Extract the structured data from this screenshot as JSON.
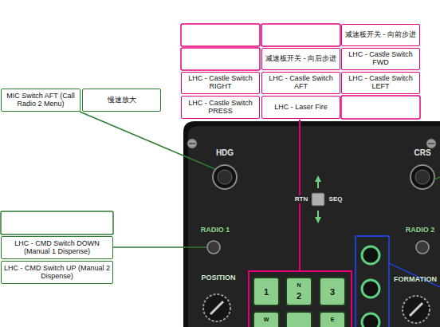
{
  "diagram": {
    "nodes": [
      {
        "text": [
          "减速板开关 - 向前步进"
        ]
      },
      {
        "text": [
          "减速板开关 - 向后步进"
        ]
      },
      {
        "text": [
          "LHC - Castle Switch FWD"
        ]
      },
      {
        "text": [
          "LHC - Castle Switch RIGHT"
        ]
      },
      {
        "text": [
          "LHC - Castle Switch AFT"
        ]
      },
      {
        "text": [
          "LHC - Castle Switch LEFT"
        ]
      },
      {
        "text": [
          "MIC Switch AFT (Call Radio 2 Menu)"
        ]
      },
      {
        "text": [
          "慢速放大"
        ]
      },
      {
        "text": [
          "LHC - Castle Switch PRESS"
        ]
      },
      {
        "text": [
          "LHC - Laser Fire"
        ]
      },
      {
        "text": [
          "LHC - CMD Switch DOWN (Manual 1 Dispense)"
        ]
      },
      {
        "text": [
          "LHC - CMD Switch UP (Manual 2 Dispense)"
        ]
      }
    ],
    "labels": [
      "HDG",
      "CRS",
      "RTN",
      "SEQ",
      "RADIO 1",
      "RADIO 2",
      "POSITION",
      "FORMATION",
      "1",
      "N",
      "2",
      "3",
      "W",
      "E"
    ]
  }
}
